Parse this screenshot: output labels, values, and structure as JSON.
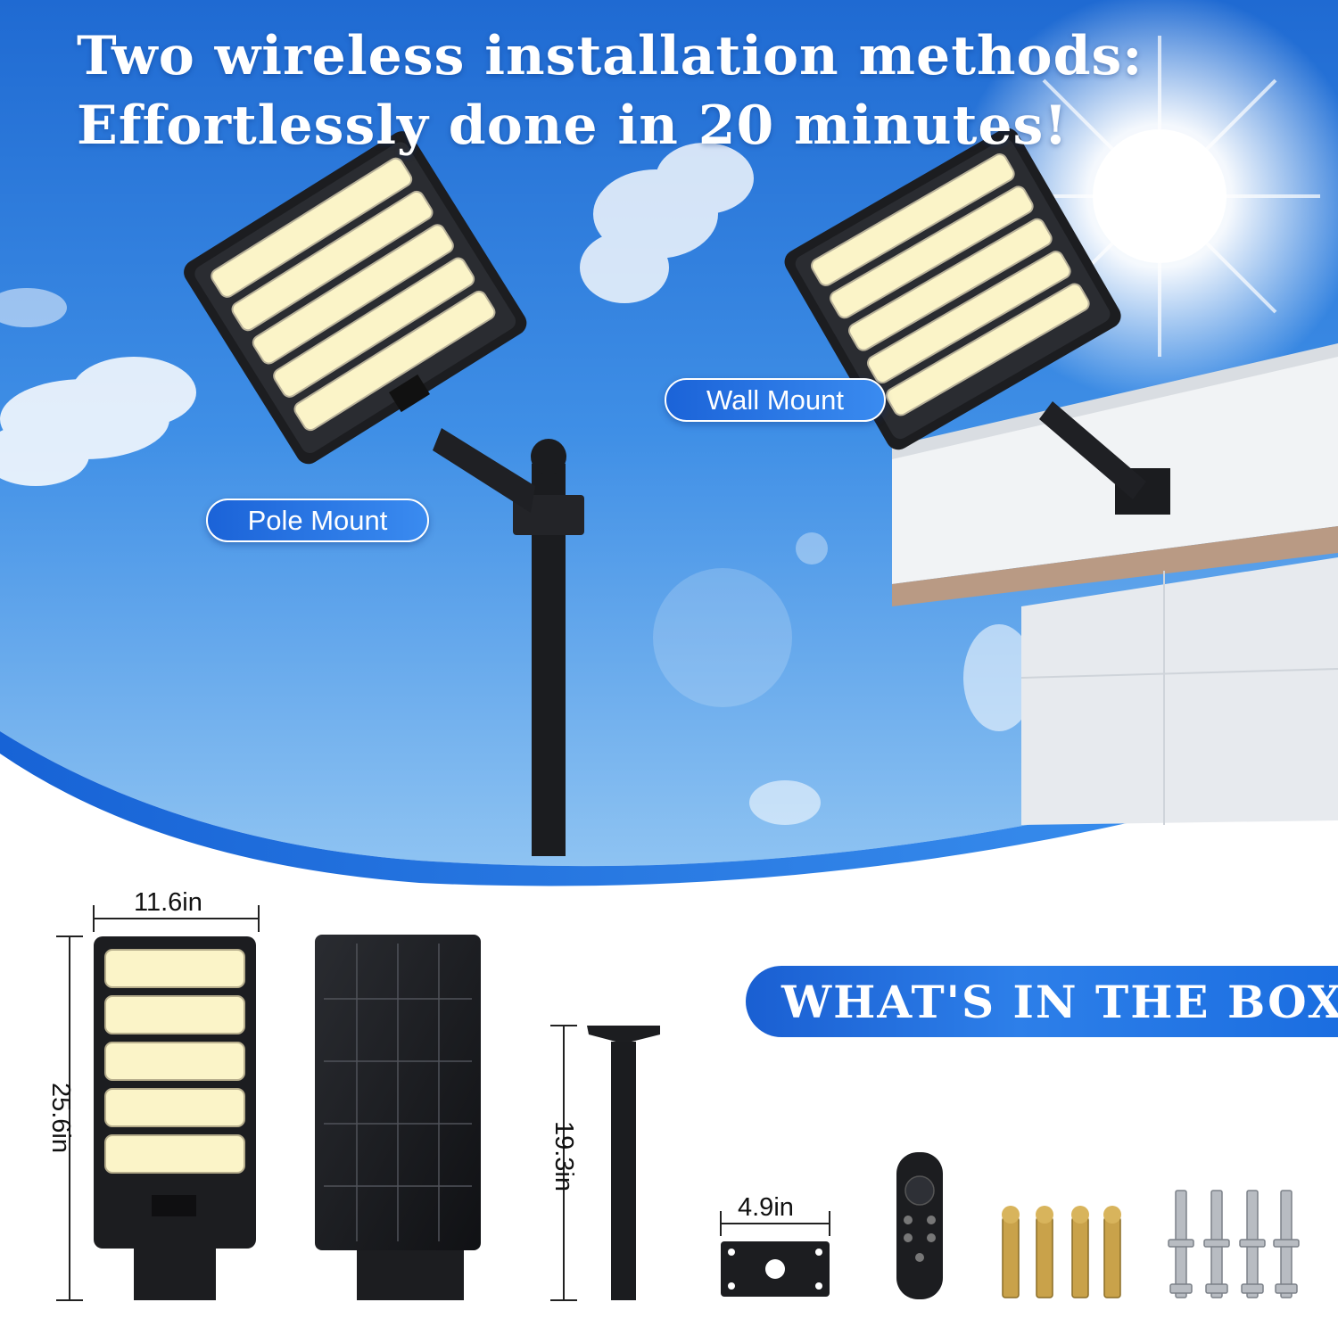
{
  "headline": {
    "line1": "Two wireless installation methods:",
    "line2": "Effortlessly done in 20 minutes!"
  },
  "labels": {
    "pole_mount": "Pole Mount",
    "wall_mount": "Wall Mount"
  },
  "box_banner": "WHAT'S IN THE BOX",
  "dimensions": {
    "width": "11.6in",
    "height": "25.6in",
    "arm_length": "19.3in",
    "bracket_width": "4.9in"
  },
  "icons": [
    "street-light-icon",
    "solar-panel-icon",
    "mounting-arm-icon",
    "bracket-icon",
    "remote-control-icon",
    "expansion-bolt-icon",
    "screw-icon",
    "sun-icon",
    "cloud-icon"
  ],
  "colors": {
    "sky_top": "#1f6fd6",
    "sky_bottom": "#7db8ee",
    "accent_blue": "#1a5fd2",
    "fixture_black": "#1c1d20",
    "led_yellow": "#fbf4c8"
  }
}
